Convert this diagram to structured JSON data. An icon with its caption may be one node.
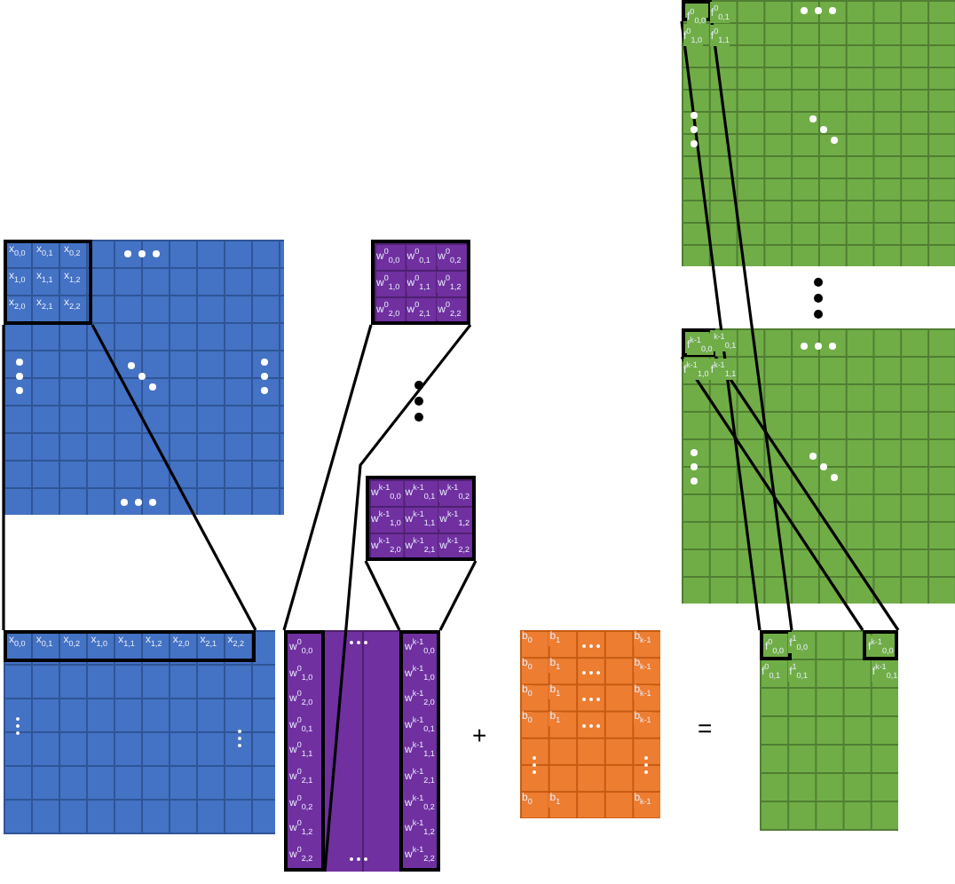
{
  "diagram": {
    "nodes": [
      {
        "text": [],
        "shape": "box"
      },
      {
        "text": [
          "x$_{0,0}$",
          "x$_{0,1}$",
          "x$_{0,2}$",
          "x$_{1,0}$",
          "x$_{1,1}$",
          "x$_{1,2}$",
          "x$_{2,0}$",
          "x$_{2,1}$",
          "x$_{2,2}$"
        ],
        "in": 0
      },
      {
        "text": [],
        "shape": "box"
      },
      {
        "text": [
          "x$_{0,0}$",
          "x$_{0,1}$",
          "x$_{0,2}$",
          "x$_{1,0}$",
          "x$_{1,1}$",
          "x$_{1,2}$",
          "x$_{2,0}$",
          "x$_{2,1}$",
          "x$_{2,2}$"
        ],
        "in": 2
      },
      {
        "text": [
          "w$^{0}$$_{0,0}$",
          "w$^{0}$$_{0,1}$",
          "w$^{0}$$_{0,2}$",
          "w$^{0}$$_{1,0}$",
          "w$^{0}$$_{1,1}$",
          "w$^{0}$$_{1,2}$",
          "w$^{0}$$_{2,0}$",
          "w$^{0}$$_{2,1}$",
          "w$^{0}$$_{2,2}$"
        ]
      },
      {
        "text": [
          "w$^{k-1}$$_{0,0}$",
          "w$^{k-1}$$_{0,1}$",
          "w$^{k-1}$$_{0,2}$",
          "w$^{k-1}$$_{1,0}$",
          "w$^{k-1}$$_{1,1}$",
          "w$^{k-1}$$_{1,2}$",
          "w$^{k-1}$$_{2,0}$",
          "w$^{k-1}$$_{2,1}$",
          "w$^{k-1}$$_{2,2}$"
        ]
      },
      {
        "text": [],
        "shape": "box"
      },
      {
        "text": [
          "w$^{0}$$_{0,0}$",
          "w$^{0}$$_{1,0}$",
          "w$^{0}$$_{2,0}$",
          "w$^{0}$$_{0,1}$",
          "w$^{0}$$_{1,1}$",
          "w$^{0}$$_{2,1}$",
          "w$^{0}$$_{0,2}$",
          "w$^{0}$$_{1,2}$",
          "w$^{0}$$_{2,2}$"
        ],
        "in": 6
      },
      {
        "text": [
          "w$^{k-1}$$_{0,0}$",
          "w$^{k-1}$$_{1,0}$",
          "w$^{k-1}$$_{2,0}$",
          "w$^{k-1}$$_{0,1}$",
          "w$^{k-1}$$_{1,1}$",
          "w$^{k-1}$$_{2,1}$",
          "w$^{k-1}$$_{0,2}$",
          "w$^{k-1}$$_{1,2}$",
          "w$^{k-1}$$_{2,2}$"
        ],
        "in": 6
      },
      {
        "text": [
          "b$_{0}$",
          "b$_{1}$",
          "b$_{k-1}$",
          "b$_{0}$",
          "b$_{1}$",
          "b$_{k-1}$",
          "b$_{0}$",
          "b$_{1}$",
          "b$_{k-1}$",
          "b$_{0}$",
          "b$_{1}$",
          "b$_{k-1}$",
          "b$_{0}$",
          "b$_{1}$",
          "b$_{k-1}$"
        ]
      },
      {
        "text": [
          "f$^{1}$$_{0,0}$",
          "f$^{0}$$_{0,1}$",
          "f$^{1}$$_{0,1}$",
          "f$^{k-1}$$_{0,1}$"
        ]
      },
      {
        "text": [
          "f$^{0}$$_{0,0}$"
        ],
        "in": 10
      },
      {
        "text": [
          "f$^{k-1}$$_{0,0}$"
        ],
        "in": 10
      },
      {
        "text": [
          "f$^{0}$$_{0,1}$",
          "f$^{0}$$_{1,0}$",
          "f$^{0}$$_{1,1}$"
        ]
      },
      {
        "text": [
          "f$^{0}$$_{0,0}$"
        ],
        "in": 13
      },
      {
        "text": [
          "f$^{k-1}$$_{0,1}$",
          "f$^{k-1}$$_{1,0}$",
          "f$^{k-1}$$_{1,1}$"
        ]
      },
      {
        "text": [
          "f$^{k-1}$$_{0,0}$"
        ],
        "in": 15
      }
    ],
    "edges": [
      {
        "from": 1,
        "to": 3,
        "arrow": "none"
      },
      {
        "from": 1,
        "to": 3,
        "arrow": "none"
      },
      {
        "from": 4,
        "to": 7,
        "arrow": "none"
      },
      {
        "from": 4,
        "to": 7,
        "arrow": "none"
      },
      {
        "from": 5,
        "to": 8,
        "arrow": "none"
      },
      {
        "from": 5,
        "to": 8,
        "arrow": "none"
      },
      {
        "from": 14,
        "to": 11,
        "arrow": "none"
      },
      {
        "from": 14,
        "to": 11,
        "arrow": "none"
      },
      {
        "from": 16,
        "to": 12,
        "arrow": "none"
      },
      {
        "from": 16,
        "to": 12,
        "arrow": "none"
      }
    ],
    "labels": [
      "+",
      "="
    ]
  }
}
